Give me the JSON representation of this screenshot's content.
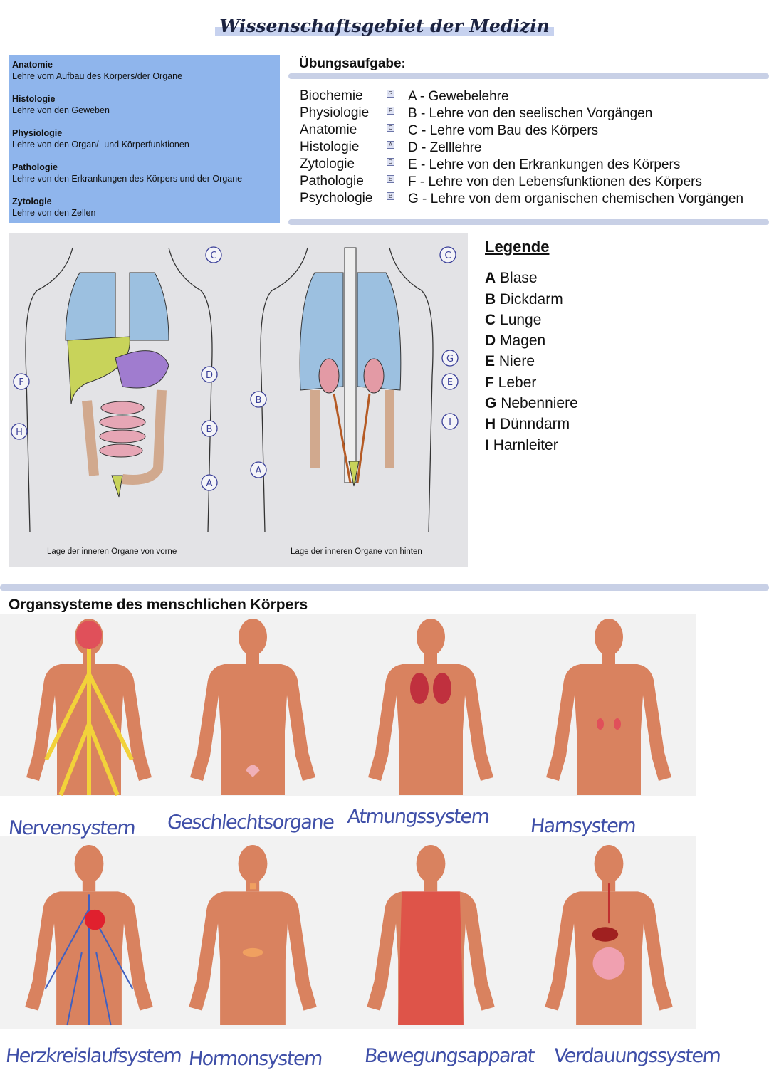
{
  "title": "Wissenschaftsgebiet der Medizin",
  "definitions": [
    {
      "term": "Anatomie",
      "desc": "Lehre vom Aufbau des Körpers/der Organe"
    },
    {
      "term": "Histologie",
      "desc": "Lehre von den Geweben"
    },
    {
      "term": "Physiologie",
      "desc": "Lehre von den Organ/- und Körperfunktionen"
    },
    {
      "term": "Pathologie",
      "desc": "Lehre von den Erkrankungen des Körpers und der Organe"
    },
    {
      "term": "Zytologie",
      "desc": "Lehre von den Zellen"
    }
  ],
  "exercise": {
    "heading": "Übungsaufgabe:",
    "subjects": [
      "Biochemie",
      "Physiologie",
      "Anatomie",
      "Histologie",
      "Zytologie",
      "Pathologie",
      "Psychologie"
    ],
    "answers": [
      "G",
      "F",
      "C",
      "A",
      "D",
      "E",
      "B"
    ],
    "options": [
      "A - Gewebelehre",
      "B - Lehre von den seelischen Vorgängen",
      "C - Lehre vom Bau des Körpers",
      "D - Zelllehre",
      "E - Lehre von den Erkrankungen des Körpers",
      "F - Lehre von den Lebensfunktionen des Körpers",
      "G - Lehre von dem organischen chemischen Vorgängen"
    ]
  },
  "diagram": {
    "caption_front": "Lage der inneren Organe von vorne",
    "caption_back": "Lage der inneren Organe von hinten"
  },
  "legend": {
    "title": "Legende",
    "items": [
      {
        "key": "A",
        "label": "Blase"
      },
      {
        "key": "B",
        "label": "Dickdarm"
      },
      {
        "key": "C",
        "label": "Lunge"
      },
      {
        "key": "D",
        "label": "Magen"
      },
      {
        "key": "E",
        "label": "Niere"
      },
      {
        "key": "F",
        "label": "Leber"
      },
      {
        "key": "G",
        "label": "Nebenniere"
      },
      {
        "key": "H",
        "label": "Dünndarm"
      },
      {
        "key": "I",
        "label": "Harnleiter"
      }
    ]
  },
  "systems": {
    "title": "Organsysteme des menschlichen Körpers",
    "row1": [
      "Nervensystem",
      "Geschlechtsorgane",
      "Atmungssystem",
      "Harnsystem"
    ],
    "row2": [
      "Herzkreislaufsystem",
      "Hormonsystem",
      "Bewegungsapparat",
      "Verdauungssystem"
    ]
  }
}
